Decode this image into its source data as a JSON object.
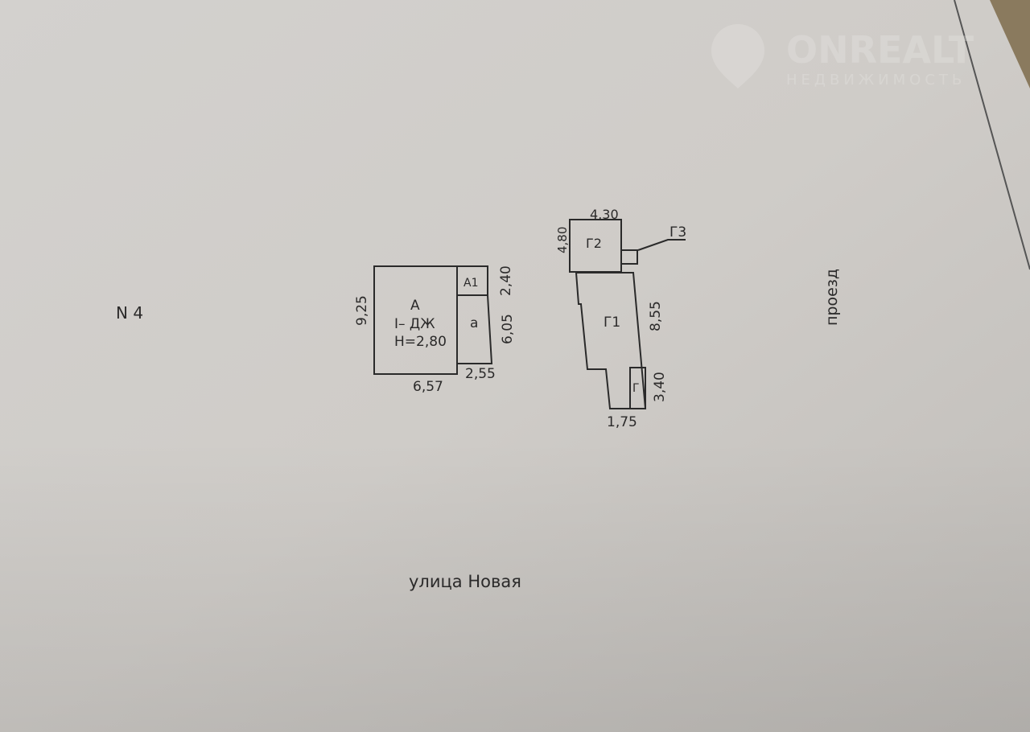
{
  "watermark": {
    "brand": "ONREALT",
    "tagline": "НЕДВИЖИМОСТЬ"
  },
  "plot_number": "N 4",
  "street_label": "улица Новая",
  "passage_label": "проезд",
  "house": {
    "main_label": "А",
    "main_type": "I– ДЖ",
    "main_height": "Н=2,80",
    "annex1_label": "А1",
    "annex2_label": "а",
    "dim_height": "9,25",
    "dim_width": "6,57",
    "dim_annex_width": "2,55",
    "dim_annex1": "2,40",
    "dim_annex2": "6,05"
  },
  "outbuildings": {
    "g1_label": "Г1",
    "g2_label": "Г2",
    "g3_label": "Г3",
    "g_small_label": "Г",
    "dim_g2_width": "4,30",
    "dim_g2_height": "4,80",
    "dim_g1_height": "8,55",
    "dim_g_small_height": "3,40",
    "dim_g1_bottom": "1,75"
  }
}
